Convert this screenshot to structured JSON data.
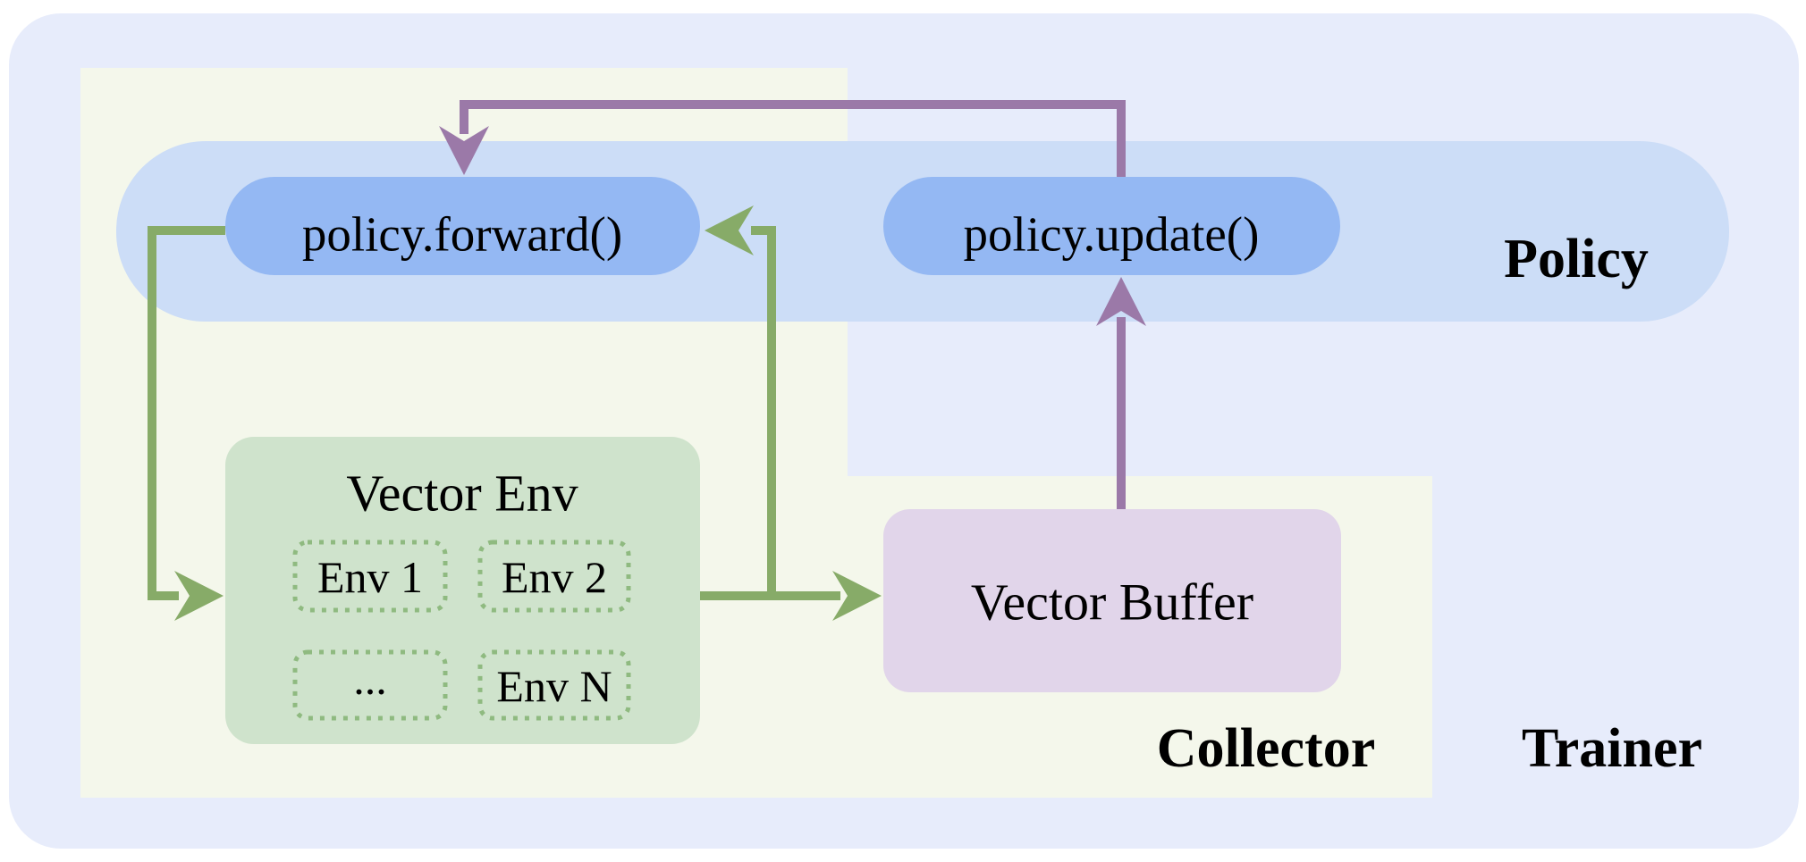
{
  "diagram": {
    "regions": {
      "trainer_label": "Trainer",
      "collector_label": "Collector",
      "policy_label": "Policy"
    },
    "nodes": {
      "policy_forward": "policy.forward()",
      "policy_update": "policy.update()",
      "vector_env_title": "Vector Env",
      "vector_buffer": "Vector Buffer",
      "env_1": "Env 1",
      "env_2": "Env 2",
      "env_ellipsis": "...",
      "env_n": "Env N"
    },
    "colors": {
      "page_bg": "#ffffff",
      "trainer_bg": "#e7ecfb",
      "collector_bg": "#f4f7eb",
      "policy_band_bg": "#ccddf7",
      "pill_bg": "#94b8f3",
      "env_bg": "#cfe3cc",
      "env_border": "#8fba80",
      "buffer_bg": "#e1d5ea",
      "arrow_green": "#87ab68",
      "arrow_purple": "#9b79a8",
      "text": "#000000"
    }
  }
}
